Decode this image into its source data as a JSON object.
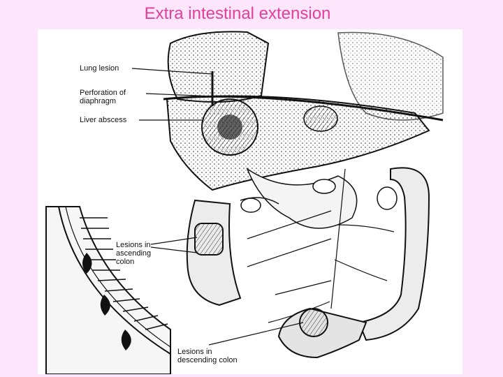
{
  "slide": {
    "title": "Extra intestinal extension"
  },
  "figure": {
    "callouts": [
      {
        "id": "lung",
        "label": "Lung lesion"
      },
      {
        "id": "perforation",
        "label": "Perforation of\ndiaphragm"
      },
      {
        "id": "liver",
        "label": "Liver abscess"
      },
      {
        "id": "ascending",
        "label": "Lesions in\nascending\ncolon"
      },
      {
        "id": "descending",
        "label": "Lesions in\ndescending colon"
      }
    ]
  }
}
